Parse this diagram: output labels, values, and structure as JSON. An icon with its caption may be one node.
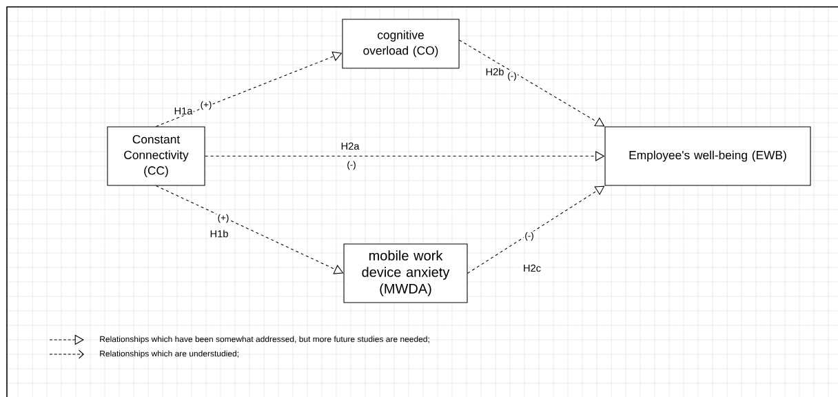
{
  "diagram": {
    "nodes": [
      {
        "text": [
          "cognitive overload (CO)"
        ]
      },
      {
        "text": [
          "Constant Connectivity (CC)"
        ]
      },
      {
        "text": [
          "Employee's well-being (EWB)"
        ]
      },
      {
        "text": [
          "mobile work device anxiety (MWDA)"
        ]
      }
    ],
    "edges": [
      {
        "from": 1,
        "to": 0,
        "arrow": "to",
        "label": "H1a",
        "style": "dashed"
      },
      {
        "from": 0,
        "to": 2,
        "arrow": "to",
        "label": "H2b",
        "style": "dashed"
      },
      {
        "from": 1,
        "to": 2,
        "arrow": "to",
        "label": "H2a",
        "style": "dashed"
      },
      {
        "from": 1,
        "to": 3,
        "arrow": "to",
        "label": "H1b",
        "style": "dashed"
      },
      {
        "from": 3,
        "to": 2,
        "arrow": "to",
        "label": "H2c",
        "style": "dashed"
      }
    ],
    "labels": [
      "(-)",
      "(+)",
      "(-)",
      "(+)",
      "(-)"
    ],
    "legend": [
      {
        "text": "Relationships which have been somewhat addressed, but more future studies are needed;"
      },
      {
        "text": "Relationships which are understudied;"
      }
    ]
  }
}
